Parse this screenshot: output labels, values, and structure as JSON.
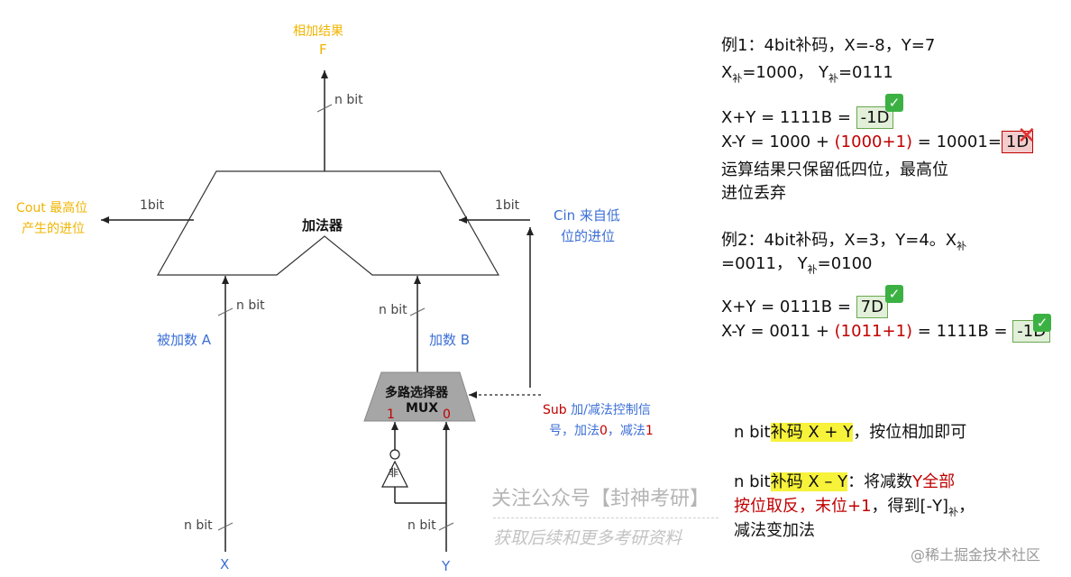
{
  "diagram": {
    "output_title": "相加结果",
    "output_var": "F",
    "nbit": "n bit",
    "onebit": "1bit",
    "cout_line1": "Cout 最高位",
    "cout_line2": "产生的进位",
    "cin_line1": "Cin 来自低",
    "cin_line2": "位的进位",
    "adder": "加法器",
    "addend_a": "被加数 A",
    "addend_b": "加数 B",
    "mux_line1": "多路选择器",
    "mux_line2": "MUX",
    "mux_in1": "1",
    "mux_in0": "0",
    "not_gate": "非",
    "sub_line1_a": "Sub",
    "sub_line1_b": " 加/减法控制信",
    "sub_line2_a": "号，加法",
    "sub_line2_b": "0",
    "sub_line2_c": "，减法",
    "sub_line2_d": "1",
    "input_x": "X",
    "input_y": "Y"
  },
  "notes": {
    "ex1_line1": "例1：4bit补码，X=-8，Y=7",
    "ex1_line2_a": "X",
    "ex1_line2_sub1": "补",
    "ex1_line2_b": "=1000，  Y",
    "ex1_line2_sub2": "补",
    "ex1_line2_c": "=0111",
    "ex1_add_a": "X+Y = 1111B = ",
    "ex1_add_box": "-1D",
    "ex1_sub_a": "X-Y = 1000 + ",
    "ex1_sub_red": "(1000+1)",
    "ex1_sub_b": " = 10001=",
    "ex1_sub_box": "1D",
    "ex1_note1": "运算结果只保留低四位，最高位",
    "ex1_note2": "进位丢弃",
    "ex2_line1_a": "例2：4bit补码，X=3，Y=4。X",
    "ex2_line1_sub": "补",
    "ex2_line2_a": "=0011，  Y",
    "ex2_line2_sub": "补",
    "ex2_line2_b": "=0100",
    "ex2_add_a": "X+Y = 0111B = ",
    "ex2_add_box": "7D",
    "ex2_sub_a": "X-Y = 0011 + ",
    "ex2_sub_red": "(1011+1)",
    "ex2_sub_b": " = 1111B = ",
    "ex2_sub_box": "-1D",
    "rule1_a": "n bit",
    "rule1_hl": "补码 X + Y",
    "rule1_b": "，按位相加即可",
    "rule2_a": "n bit",
    "rule2_hl": "补码 X – Y",
    "rule2_b": "：将减数",
    "rule2_red": "Y全部",
    "rule3_red": "按位取反，末位+1",
    "rule3_b": "，得到[-Y]",
    "rule3_sub": "补",
    "rule3_c": "，",
    "rule4": "减法变加法",
    "check": "✓",
    "cross": "✕"
  },
  "watermarks": {
    "wm1": "关注公众号【封神考研】",
    "wm2": "获取后续和更多考研资料",
    "wm3": "@稀土掘金技术社区"
  },
  "colors": {
    "yellow_label": "#f0b400",
    "blue_label": "#3c6fd6",
    "red_text": "#c00000",
    "highlight": "#f7f23a",
    "check_green": "#3bb143"
  }
}
